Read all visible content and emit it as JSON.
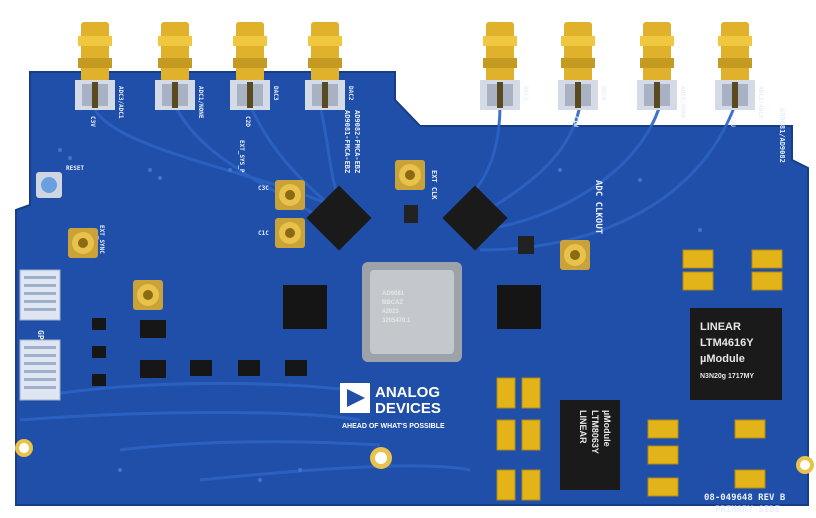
{
  "board": {
    "pcb_color": "#1f4fa8",
    "trace_color": "#2c63c4",
    "gold": "#e0b12a",
    "manufacturer_top": "ANALOG",
    "manufacturer_bottom": "DEVICES",
    "tagline": "AHEAD OF WHAT'S POSSIBLE",
    "board_ids": [
      "AD9081-FMCA-EBZ",
      "AD9082-FMCA-EBZ"
    ],
    "revision": "08-049648 REV B",
    "side": "PRIMARY SIDE",
    "top_right_id": "AD9081/AD9082"
  },
  "connectors_top": [
    {
      "label": "ADC3/ADC1",
      "ref": "C3V"
    },
    {
      "label": "ADC1/NONE",
      "ref": ""
    },
    {
      "label": "DAC3",
      "ref": "C2D"
    },
    {
      "label": "DAC2",
      "ref": ""
    },
    {
      "label": "DAC1",
      "ref": ""
    },
    {
      "label": "DAC0",
      "ref": "C1W"
    },
    {
      "label": "ADC0/NONE",
      "ref": ""
    },
    {
      "label": "ADC2/ADC0",
      "ref": "C3U"
    }
  ],
  "labels": {
    "reset": "RESET",
    "ext_clk": "EXT CLK",
    "adc_clkout": "ADC CLKOUT",
    "ext_sync": "EXT_SYNC",
    "gpio": "GPIO",
    "sysref_p": "EXT_SYS_P",
    "c3c": "C3C",
    "c1c": "C1C"
  },
  "chips": {
    "main": [
      "AD9081",
      "BBCAZ",
      "#2023",
      "3205470.1"
    ],
    "module_large": [
      "LINEAR",
      "LTM4616Y",
      "µModule",
      "N3N20g 1717MY"
    ],
    "module_small": [
      "LINEAR",
      "LTM8063Y",
      "µModule"
    ]
  }
}
